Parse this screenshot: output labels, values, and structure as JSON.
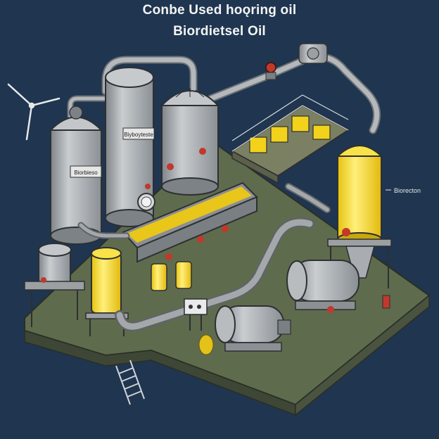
{
  "title": {
    "line1": "Conbe Used hoǫring oil",
    "line2": "Biordietsel Oil"
  },
  "labels": {
    "tank_left": "Biorbieso",
    "tank_center": "Biyboyteste",
    "side_callout": "Biorecton"
  },
  "colors": {
    "background": "#1f3550",
    "floor": "#5e6a4c",
    "steel": "#a9adb1",
    "oil": "#f2d21a",
    "pipe": "#8d9296",
    "valve": "#c0392b"
  }
}
